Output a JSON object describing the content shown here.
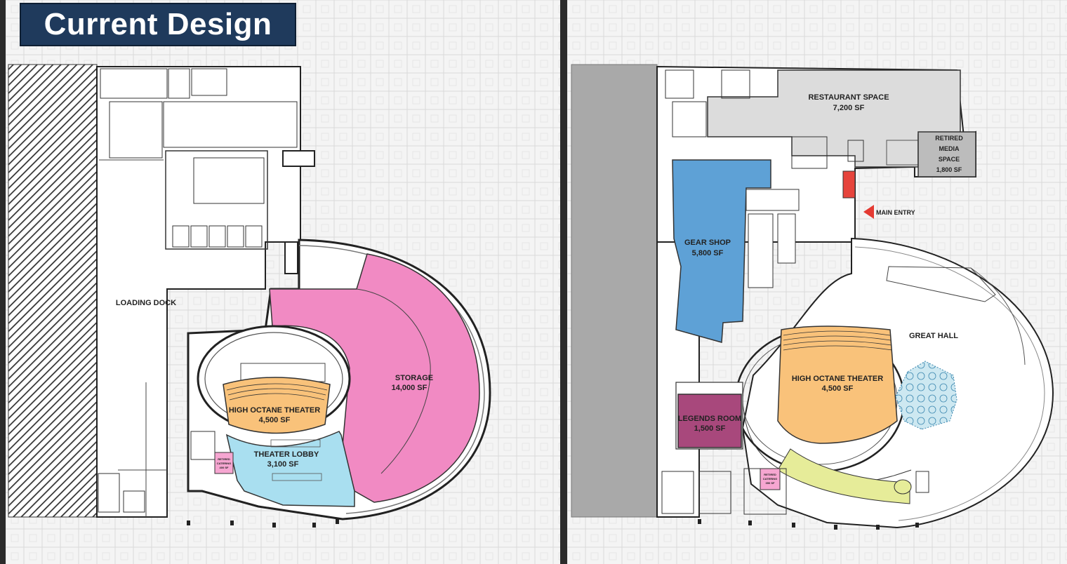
{
  "header": {
    "title": "Current Design"
  },
  "current_plan": {
    "loading_dock": "LOADING DOCK",
    "storage": {
      "name": "STORAGE",
      "area": "14,000 SF"
    },
    "theater": {
      "name": "HIGH OCTANE THEATER",
      "area": "4,500 SF"
    },
    "theater_lobby": {
      "name": "THEATER LOBBY",
      "area": "3,100 SF"
    },
    "retired_catering": {
      "line1": "RETIRED",
      "line2": "CATERING",
      "area": "400 SF"
    }
  },
  "proposed_plan": {
    "restaurant": {
      "name": "RESTAURANT SPACE",
      "area": "7,200 SF"
    },
    "retired_media": {
      "line1": "RETIRED",
      "line2": "MEDIA",
      "line3": "SPACE",
      "area": "1,800 SF"
    },
    "main_entry": "MAIN ENTRY",
    "gear_shop": {
      "name": "GEAR SHOP",
      "area": "5,800 SF"
    },
    "great_hall": "GREAT HALL",
    "theater": {
      "name": "HIGH OCTANE THEATER",
      "area": "4,500 SF"
    },
    "legends_room": {
      "name": "LEGENDS ROOM",
      "area": "1,500 SF"
    },
    "retired_catering": {
      "line1": "RETIRED",
      "line2": "CATERING",
      "area": "350 SF"
    }
  },
  "colors": {
    "title_bg": "#1f3a5c",
    "storage": "#f18ac3",
    "theater": "#f9c27a",
    "theater_lobby": "#a9dff0",
    "gear_shop": "#5ea1d6",
    "legends_room": "#a8487c",
    "restaurant": "#dcdcdc",
    "caf_zone": "#e6ec99",
    "info_office": "#e6443c",
    "main_entry_arrow": "#e43a32"
  }
}
